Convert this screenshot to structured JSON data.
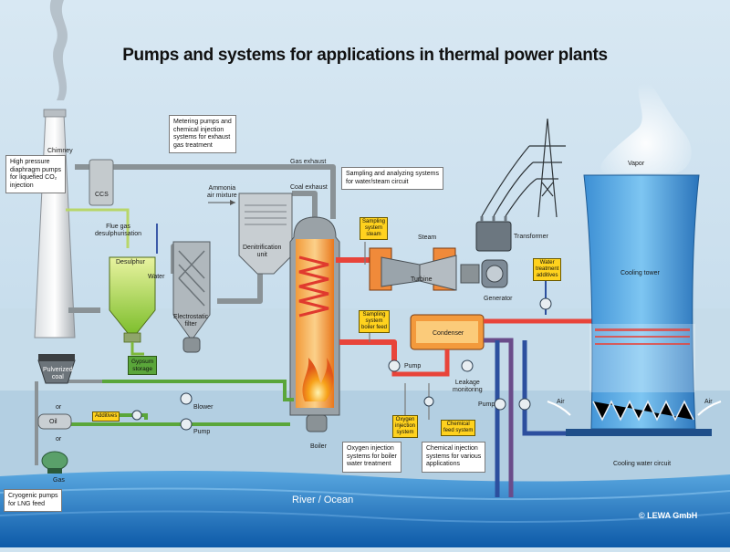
{
  "title": "Pumps and systems for applications in thermal power plants",
  "copyright": "© LEWA GmbH",
  "river_label": "River / Ocean",
  "colors": {
    "sky": "#cfe3f0",
    "ground_top": "#a9c9dc",
    "water": "#1f78c8",
    "pipe_gray": "#8a9296",
    "pipe_red": "#e8443a",
    "pipe_blue": "#2c4f9e",
    "pipe_green": "#7db83a",
    "callout_yellow": "#ffd21e",
    "gypsum_green": "#5aa63a"
  },
  "callouts": {
    "co2": [
      "High pressure",
      "diaphragm pumps",
      "for liquefied CO₂",
      "injection"
    ],
    "metering": [
      "Metering pumps and",
      "chemical injection",
      "systems for exhaust",
      "gas treatment"
    ],
    "sampling": [
      "Sampling and analyzing systems",
      "for water/steam circuit"
    ],
    "oxygen": [
      "Oxygen injection",
      "systems for boiler",
      "water treatment"
    ],
    "chemical": [
      "Chemical injection",
      "systems for various",
      "applications"
    ],
    "cryogenic": [
      "Cryogenic pumps",
      "for LNG feed"
    ]
  },
  "components": {
    "chimney": "Chimney",
    "ccs": "CCS",
    "flue_gas": [
      "Flue gas",
      "desulphurisation"
    ],
    "desulphur": "Desulphur",
    "water": "Water",
    "gypsum": [
      "Gypsum",
      "storage"
    ],
    "electrostatic": [
      "Electrostatic",
      "filter"
    ],
    "denitrification": [
      "Denitrification",
      "unit"
    ],
    "ammonia": [
      "Ammonia",
      "air mixture"
    ],
    "gas_exhaust": "Gas exhaust",
    "coal_exhaust": "Coal exhaust",
    "boiler": "Boiler",
    "pulverized_coal": [
      "Pulverized",
      "coal"
    ],
    "blower": "Blower",
    "oil": "Oil",
    "additives": "Additives",
    "pump_oil": "Pump",
    "gas": "Gas",
    "or_1": "or",
    "or_2": "or",
    "sampling_steam": [
      "Sampling",
      "system",
      "steam"
    ],
    "sampling_boiler": [
      "Sampling",
      "system",
      "boiler feed"
    ],
    "steam": "Steam",
    "turbine": "Turbine",
    "generator": "Generator",
    "transformer": "Transformer",
    "condenser": "Condenser",
    "pump_feed": "Pump",
    "leakage": [
      "Leakage",
      "monitoring"
    ],
    "oxygen_system": [
      "Oxygen",
      "injection",
      "system"
    ],
    "chemical_system": [
      "Chemical",
      "feed system"
    ],
    "pump_cooling": "Pump",
    "water_treatment": [
      "Water",
      "treatment",
      "additives"
    ],
    "vapor": "Vapor",
    "cooling_tower": "Cooling tower",
    "air_left": "Air",
    "air_right": "Air",
    "cooling_circuit": "Cooling water circuit"
  }
}
